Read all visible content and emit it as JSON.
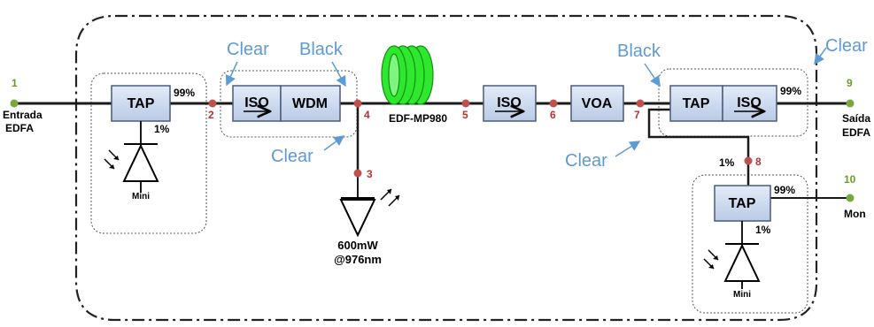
{
  "colors": {
    "fiber": "#1a1a1a",
    "box_fill": "#cfdcf0",
    "box_stroke": "#4a5a78",
    "node_red": "#c0504d",
    "node_green": "#7aa83c",
    "num_red": "#b83232",
    "num_green": "#6a9a2a",
    "note_blue": "#5e9ad4",
    "coil_green": "#2ee82e"
  },
  "ports": {
    "p1": "1",
    "p2": "2",
    "p3": "3",
    "p4": "4",
    "p5": "5",
    "p6": "6",
    "p7": "7",
    "p8": "8",
    "p9": "9",
    "p10": "10"
  },
  "components": {
    "tap1": "TAP",
    "iso1": "ISO",
    "wdm": "WDM",
    "iso2": "ISO",
    "voa": "VOA",
    "tap2": "TAP",
    "iso3": "ISO",
    "tap3": "TAP"
  },
  "labels": {
    "input_line1": "Entrada",
    "input_line2": "EDFA",
    "output_line1": "Saída",
    "output_line2": "EDFA",
    "monitor": "Mon",
    "fiber": "EDF-MP980",
    "pump_line1": "600mW",
    "pump_line2": "@976nm",
    "detector1": "Mini",
    "detector2": "Mini",
    "tap1_main": "99%",
    "tap1_drop": "1%",
    "tap2_main": "99%",
    "tap2_drop": "1%",
    "tap3_main": "99%",
    "tap3_drop": "1%"
  },
  "notes": {
    "clear_top_left": "Clear",
    "black_top_left": "Black",
    "clear_bottom_left": "Clear",
    "black_top_right": "Black",
    "clear_top_right": "Clear",
    "clear_bottom_right": "Clear"
  }
}
